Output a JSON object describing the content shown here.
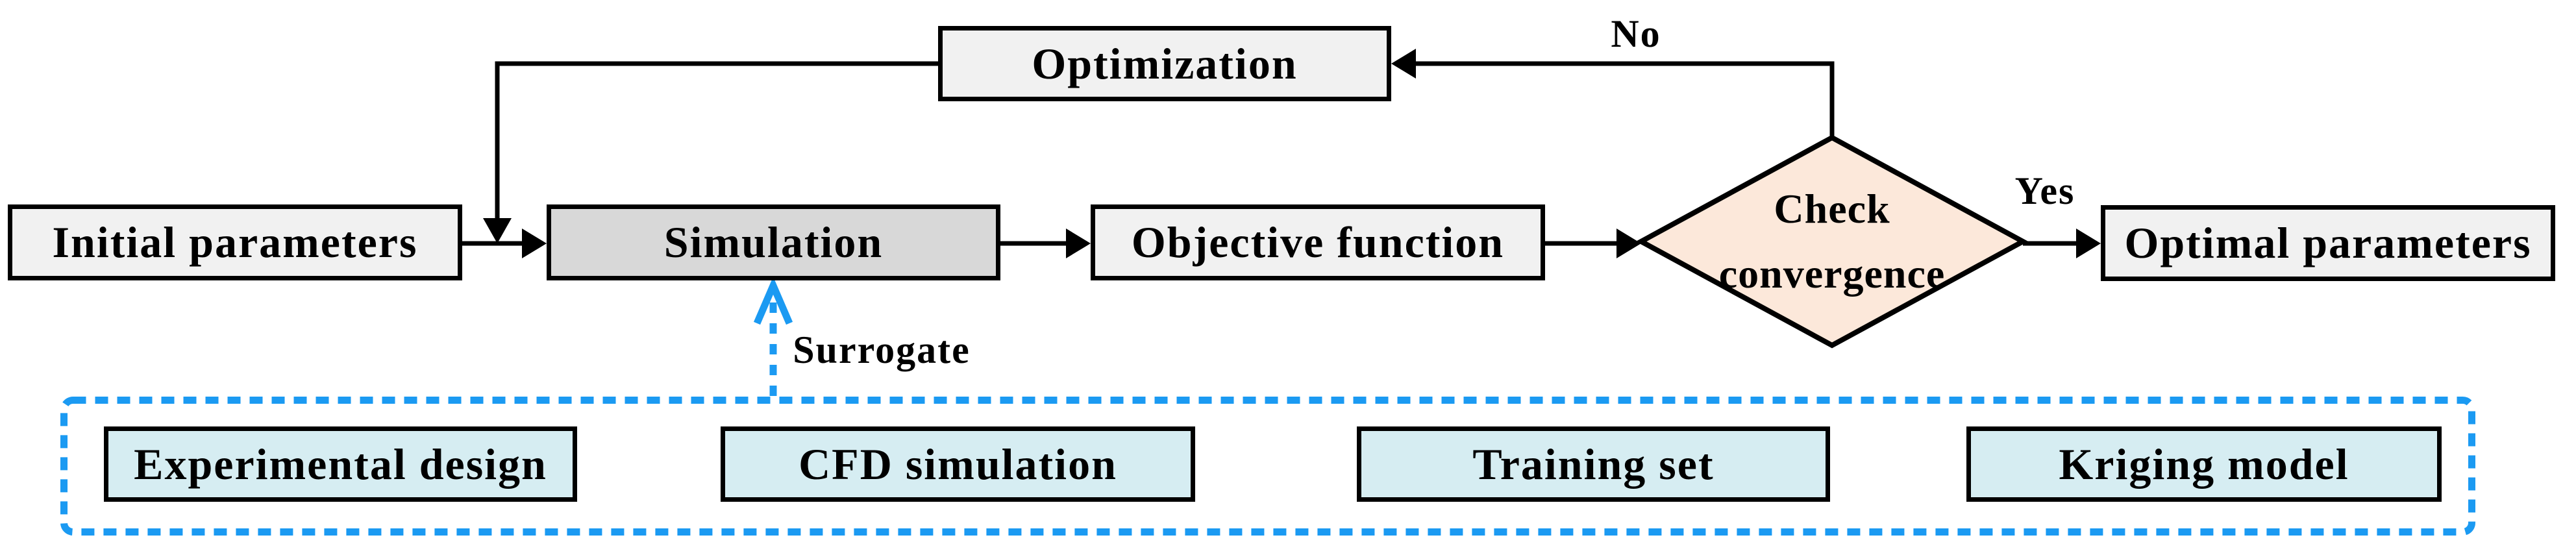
{
  "diagram": {
    "type": "flowchart",
    "nodes": {
      "optimization": {
        "label": "Optimization"
      },
      "initial_parameters": {
        "label": "Initial parameters"
      },
      "simulation": {
        "label": "Simulation"
      },
      "objective_function": {
        "label": "Objective function"
      },
      "check_convergence": {
        "label_line1": "Check",
        "label_line2": "convergence",
        "shape": "diamond"
      },
      "optimal_parameters": {
        "label": "Optimal parameters"
      },
      "experimental_design": {
        "label": "Experimental design"
      },
      "cfd_simulation": {
        "label": "CFD simulation"
      },
      "training_set": {
        "label": "Training set"
      },
      "kriging_model": {
        "label": "Kriging model"
      }
    },
    "edge_labels": {
      "no": "No",
      "yes": "Yes",
      "surrogate": "Surrogate"
    },
    "edges": [
      {
        "from": "initial_parameters",
        "to": "simulation"
      },
      {
        "from": "optimization",
        "to": "simulation"
      },
      {
        "from": "simulation",
        "to": "objective_function"
      },
      {
        "from": "objective_function",
        "to": "check_convergence"
      },
      {
        "from": "check_convergence",
        "to": "optimization",
        "label": "No"
      },
      {
        "from": "check_convergence",
        "to": "optimal_parameters",
        "label": "Yes"
      },
      {
        "from": "kriging_model_group",
        "to": "simulation",
        "label": "Surrogate",
        "style": "dashed-blue"
      },
      {
        "from": "experimental_design",
        "to": "cfd_simulation"
      },
      {
        "from": "cfd_simulation",
        "to": "training_set"
      },
      {
        "from": "training_set",
        "to": "kriging_model"
      }
    ],
    "colors": {
      "box_fill": "#f1f1f1",
      "simulation_fill": "#d8d8d8",
      "decision_fill": "#fce8da",
      "surrogate_box_fill": "#d6edf2",
      "surrogate_outline": "#1b9af2",
      "line": "#000000",
      "background": "#ffffff"
    }
  }
}
